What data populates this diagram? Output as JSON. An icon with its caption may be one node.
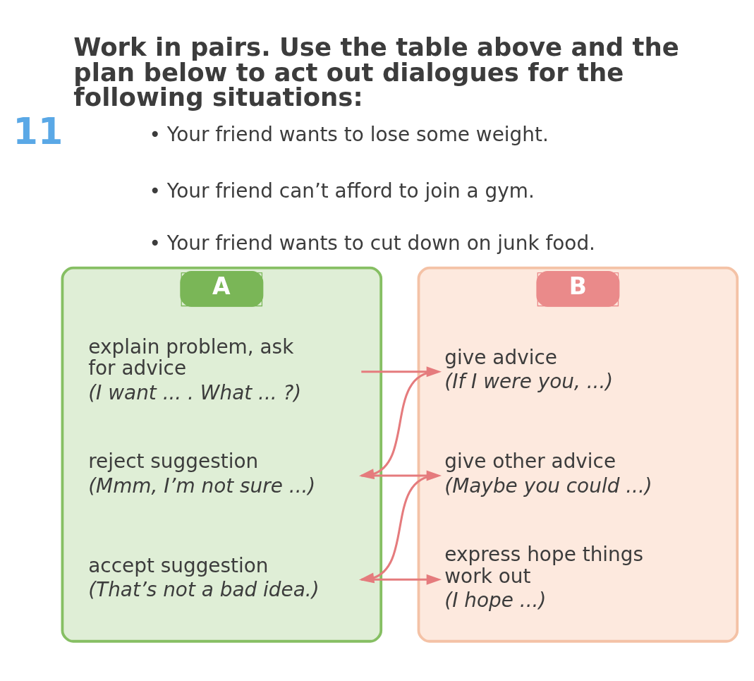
{
  "diagram": {
    "title": "Work in pairs. Use the table above and the plan below to act out dialogues for the following situations:",
    "nodes": [
      {
        "text": [
          "A"
        ]
      },
      {
        "text": [
          "explain problem, ask for advice",
          "(I want ... . What ... ?)"
        ],
        "in": 0
      },
      {
        "text": [
          "reject suggestion",
          "(Mmm, I’m not sure ...)"
        ],
        "in": 0
      },
      {
        "text": [
          "accept suggestion",
          "(That’s not a bad idea.)"
        ],
        "in": 0
      },
      {
        "text": [
          "B"
        ]
      },
      {
        "text": [
          "give advice",
          "(If I were you, ...)"
        ],
        "in": 4
      },
      {
        "text": [
          "give other advice",
          "(Maybe you could ...)"
        ],
        "in": 4
      },
      {
        "text": [
          "express hope things work out",
          "(I hope ...)"
        ],
        "in": 4
      }
    ],
    "edges": [
      {
        "from": 1,
        "to": 5,
        "arrow": "to"
      },
      {
        "from": 5,
        "to": 2,
        "arrow": "to"
      },
      {
        "from": 2,
        "to": 6,
        "arrow": "to"
      },
      {
        "from": 6,
        "to": 3,
        "arrow": "to"
      },
      {
        "from": 3,
        "to": 7,
        "arrow": "to"
      }
    ],
    "labels": [
      "11",
      "• Your friend wants to lose some weight.",
      "• Your friend can’t afford to join a gym.",
      "• Your friend wants to cut down on junk food."
    ]
  }
}
